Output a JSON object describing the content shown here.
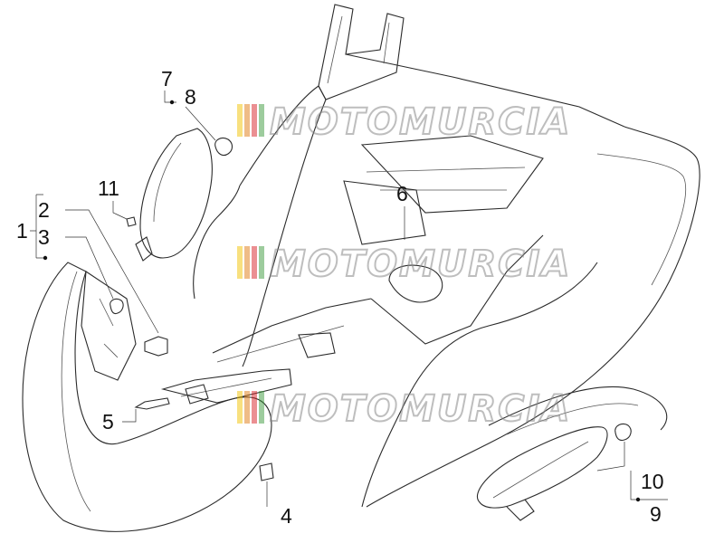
{
  "watermark": {
    "text": "MOTOMURCIA",
    "stripe_colors": [
      "#f2c200",
      "#e07a10",
      "#d81f26",
      "#3b9a3b"
    ]
  },
  "labels": {
    "p1": "1",
    "p2": "2",
    "p3": "3",
    "p4": "4",
    "p5": "5",
    "p6": "6",
    "p7": "7",
    "p8": "8",
    "p9": "9",
    "p10": "10",
    "p11": "11"
  }
}
